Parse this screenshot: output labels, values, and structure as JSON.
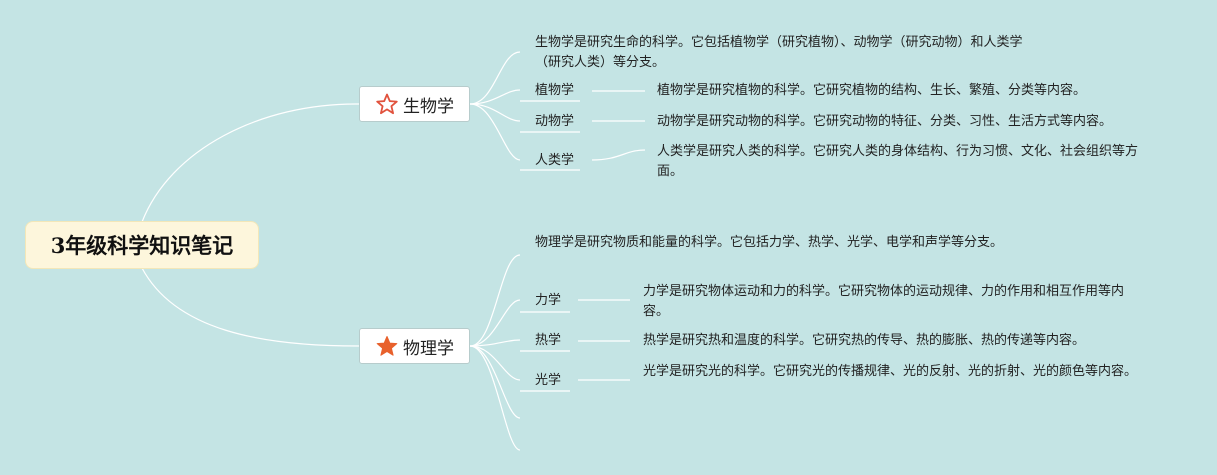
{
  "root": {
    "title": "3年级科学知识笔记"
  },
  "branches": [
    {
      "title": "生物学",
      "icon": "star-outline-icon",
      "icon_color": "#e1523d",
      "summary": "生物学是研究生命的科学。它包括植物学（研究植物）、动物学（研究动物）和人类学（研究人类）等分支。",
      "items": [
        {
          "name": "植物学",
          "desc": "植物学是研究植物的科学。它研究植物的结构、生长、繁殖、分类等内容。"
        },
        {
          "name": "动物学",
          "desc": "动物学是研究动物的科学。它研究动物的特征、分类、习性、生活方式等内容。"
        },
        {
          "name": "人类学",
          "desc": "人类学是研究人类的科学。它研究人类的身体结构、行为习惯、文化、社会组织等方面。"
        }
      ]
    },
    {
      "title": "物理学",
      "icon": "star-filled-icon",
      "icon_color": "#e8612c",
      "summary": "物理学是研究物质和能量的科学。它包括力学、热学、光学、电学和声学等分支。",
      "items": [
        {
          "name": "力学",
          "desc": "力学是研究物体运动和力的科学。它研究物体的运动规律、力的作用和相互作用等内容。"
        },
        {
          "name": "热学",
          "desc": "热学是研究热和温度的科学。它研究热的传导、热的膨胀、热的传递等内容。"
        },
        {
          "name": "光学",
          "desc": "光学是研究光的科学。它研究光的传播规律、光的反射、光的折射、光的颜色等内容。"
        }
      ]
    }
  ]
}
